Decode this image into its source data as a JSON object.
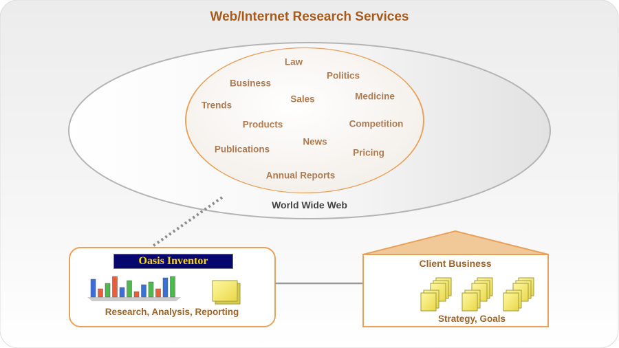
{
  "title": "Web/Internet Research Services",
  "web_label": "World Wide Web",
  "topics": [
    {
      "label": "Law"
    },
    {
      "label": "Politics"
    },
    {
      "label": "Business"
    },
    {
      "label": "Medicine"
    },
    {
      "label": "Sales"
    },
    {
      "label": "Trends"
    },
    {
      "label": "Products"
    },
    {
      "label": "Competition"
    },
    {
      "label": "News"
    },
    {
      "label": "Publications"
    },
    {
      "label": "Pricing"
    },
    {
      "label": "Annual Reports"
    }
  ],
  "oasis": {
    "name": "Oasis Inventor",
    "caption": "Research, Analysis, Reporting"
  },
  "client": {
    "name": "Client Business",
    "caption": "Strategy, Goals"
  },
  "colors": {
    "accent_orange": "#e9a05a",
    "title_brown": "#a85a1a",
    "text_brown": "#9c6428",
    "badge_blue": "#06066f",
    "badge_gold": "#ffd700",
    "doc_yellow": "#f5eb6a"
  },
  "icons": [
    "bar-chart-icon",
    "document-icon",
    "document-stack-icon"
  ]
}
